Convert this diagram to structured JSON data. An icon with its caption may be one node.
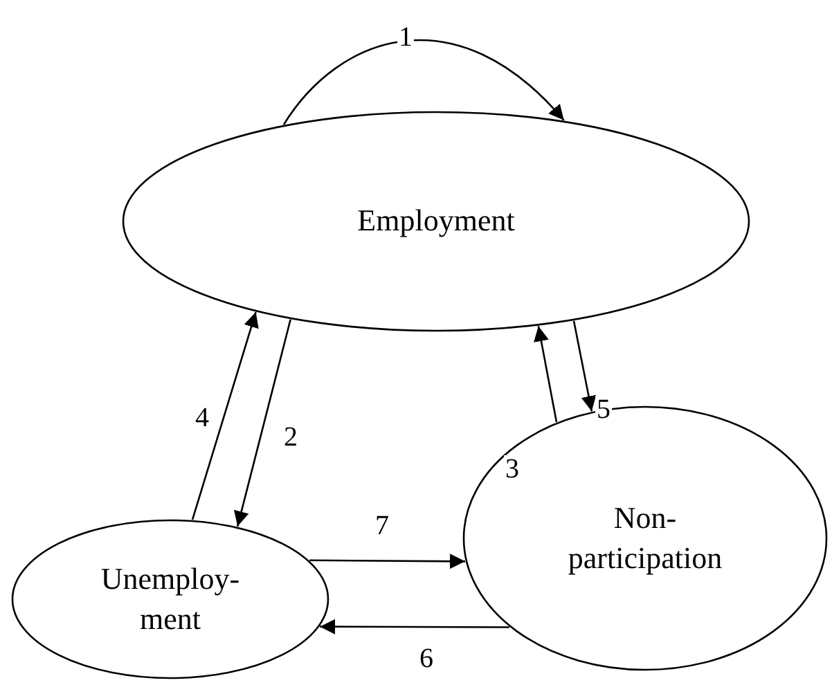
{
  "diagram": {
    "nodes": [
      {
        "text": [
          "Employment"
        ]
      },
      {
        "text": [
          "Unemploy- ment"
        ]
      },
      {
        "text": [
          "Non- participation"
        ]
      }
    ],
    "edges": [
      {
        "from": 0,
        "to": 0,
        "arrow": "to",
        "label": "1"
      },
      {
        "from": 0,
        "to": 1,
        "arrow": "to",
        "label": "2"
      },
      {
        "from": 1,
        "to": 0,
        "arrow": "to",
        "label": "4"
      },
      {
        "from": 2,
        "to": 0,
        "arrow": "to",
        "label": "3"
      },
      {
        "from": 0,
        "to": 2,
        "arrow": "to",
        "label": "5"
      },
      {
        "from": 1,
        "to": 2,
        "arrow": "to",
        "label": "7"
      },
      {
        "from": 2,
        "to": 1,
        "arrow": "to",
        "label": "6"
      }
    ]
  }
}
